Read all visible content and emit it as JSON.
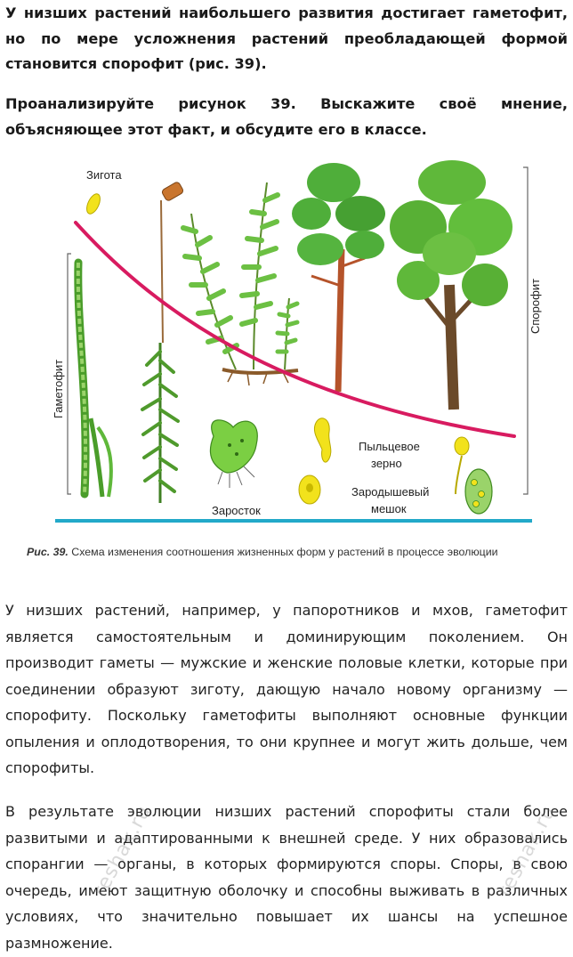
{
  "paragraphs": {
    "intro": "У низших растений наибольшего развития достигает гаметофит, но по мере усложнения растений преобладающей формой становится спорофит (рис. 39).",
    "task": "Проанализируйте рисунок 39. Выскажите своё мнение, объясняющее этот факт, и обсудите его в классе.",
    "body1": "У низших растений, например, у папоротников и мхов, гаметофит является самостоятельным и доминирующим поколением. Он производит гаметы — мужские и женские половые клетки, которые при соединении образуют зиготу, дающую начало новому организму — спорофиту. Поскольку гаметофиты выполняют основные функции опыления и оплодотворения, то они крупнее и могут жить дольше, чем спорофиты.",
    "body2": "В результате эволюции низших растений спорофиты стали более развитыми и адаптированными к внешней среде. У них образовались спорангии — органы, в которых формируются споры. Споры, в свою очередь, имеют защитную оболочку и способны выживать в различных условиях, что значительно повышает их шансы на успешное размножение."
  },
  "figure": {
    "labels": {
      "zygote": "Зигота",
      "gametophyte": "Гаметофит",
      "sporophyte": "Спорофит",
      "prothallus": "Заросток",
      "pollen_1": "Пыльцевое",
      "pollen_2": "зерно",
      "embryo_sac_1": "Зародышевый",
      "embryo_sac_2": "мешок"
    },
    "caption_number": "Рис. 39.",
    "caption_text": " Схема изменения соотношения жизненных форм у растений в процессе эволюции",
    "colors": {
      "curve": "#d81b60",
      "baseline": "#22a9c9",
      "leaf": "#5fb83a",
      "trunk": "#b5532a",
      "yellow": "#f2e21c"
    }
  },
  "watermarks": [
    "reshak.ru",
    "reshak.ru"
  ]
}
